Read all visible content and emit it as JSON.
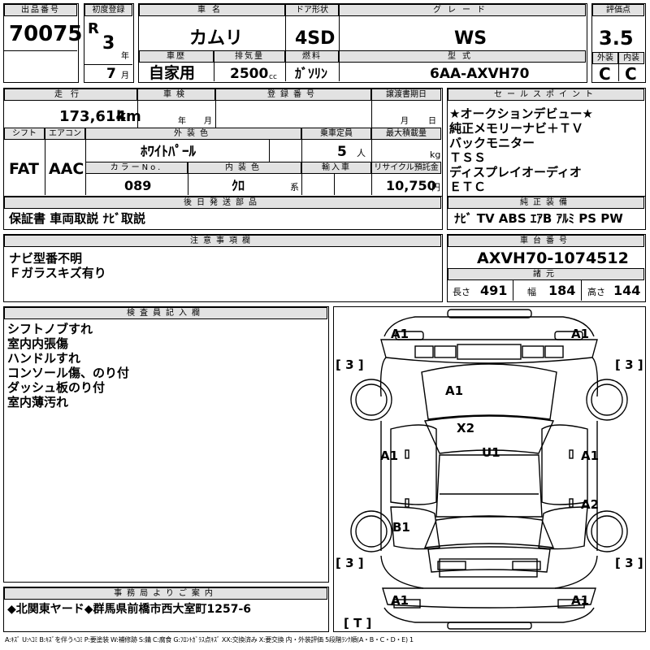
{
  "header": {
    "lot_label": "出品番号",
    "lot_no": "70075",
    "first_reg_label": "初度登録",
    "era": "R",
    "year": "3",
    "year_unit": "年",
    "month": "7",
    "month_unit": "月",
    "car_name_label": "車名",
    "car_name": "カムリ",
    "door_label": "ドア形状",
    "door": "4SD",
    "grade_label": "グレード",
    "grade": "WS",
    "score_label": "評価点",
    "score": "3.5",
    "history_label": "車歴",
    "history": "自家用",
    "displacement_label": "排気量",
    "displacement": "2500",
    "displacement_unit": "cc",
    "fuel_label": "燃料",
    "fuel": "ｶﾞｿﾘﾝ",
    "model_label": "型式",
    "model": "6AA-AXVH70",
    "ext_label": "外装",
    "ext": "C",
    "int_label": "内装",
    "int": "C"
  },
  "spec": {
    "mileage_label": "走行",
    "mileage": "173,614",
    "mileage_unit": "km",
    "inspection_label": "車検",
    "y_unit": "年",
    "m_unit": "月",
    "reg_label": "登録番号",
    "transfer_label": "譲渡書期日",
    "d_unit": "日",
    "shift_label": "シフト",
    "shift": "FAT",
    "ac_label": "エアコン",
    "ac": "AAC",
    "color_label": "外装色",
    "color": "ﾎﾜｲﾄﾊﾟｰﾙ",
    "cap_label": "乗車定員",
    "cap": "5",
    "cap_unit": "人",
    "load_label": "最大積載量",
    "load_unit": "kg",
    "colorno_label": "カラーNo.",
    "colorno": "089",
    "intcolor_label": "内装色",
    "intcolor": "ｸﾛ",
    "intcolor_unit": "系",
    "import_label": "輸入車",
    "recycle_label": "リサイクル預託金",
    "recycle": "10,750",
    "recycle_unit": "円"
  },
  "later": {
    "label": "後日発送部品",
    "text": "保証書 車両取説 ﾅﾋﾞ取説"
  },
  "sales": {
    "label": "セールスポイント",
    "items": [
      "★オークションデビュー★",
      "純正メモリーナビ＋ＴＶ",
      "バックモニター",
      "ＴＳＳ",
      "ディスプレイオーディオ",
      "ＥＴＣ"
    ]
  },
  "equip": {
    "label": "純正装備",
    "text": "ﾅﾋﾞ TV ABS ｴｱB ｱﾙﾐ PS PW"
  },
  "notes": {
    "label": "注意事項欄",
    "items": [
      "ナビ型番不明",
      "Ｆガラスキズ有り"
    ]
  },
  "chassis": {
    "label": "車台番号",
    "value": "AXVH70-1074512",
    "dims_label": "諸元",
    "length_label": "長さ",
    "length": "491",
    "width_label": "幅",
    "width": "184",
    "height_label": "高さ",
    "height": "144"
  },
  "inspector": {
    "label": "検査員記入欄",
    "items": [
      "シフトノブすれ",
      "室内内張傷",
      "ハンドルすれ",
      "コンソール傷、のり付",
      "ダッシュ板のり付",
      "室内薄汚れ"
    ]
  },
  "diagram": {
    "marks": {
      "front_left": "A1",
      "front_right": "A1",
      "bracket_top_left": "[ 3 ]",
      "bracket_top_right": "[ 3 ]",
      "hood": "A1",
      "windshield": "X2",
      "roof": "U1",
      "left_front_door": "A1",
      "right_front_door": "A1",
      "right_rear_door": "A2",
      "left_rear_fender": "B1",
      "bracket_bottom_left": "[ 3 ]",
      "bracket_bottom_right": "[ 3 ]",
      "rear_left": "A1",
      "rear_right": "A1",
      "trunk_bracket": "[ T ]"
    }
  },
  "office": {
    "label": "事務局よりご案内",
    "text": "◆北関東ヤード◆群馬県前橋市西大室町1257-6"
  },
  "legend": "A:ｷｽﾞ U:ﾍｺﾐ B:ｷｽﾞを伴うﾍｺﾐ P:要塗装 W:補修跡 S:錆 C:腐食 G:ﾌﾛﾝﾄｶﾞﾗｽ点ｷｽﾞ XX:交換済み X:要交換 内・外装評価 5段階ﾗﾝｸ順(A・B・C・D・E) 1"
}
